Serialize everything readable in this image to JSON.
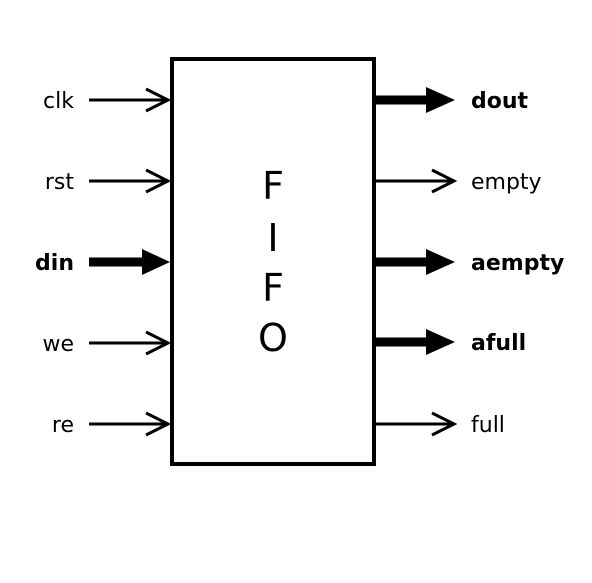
{
  "block": {
    "letters": [
      "F",
      "I",
      "F",
      "O"
    ]
  },
  "inputs": [
    {
      "label": "clk",
      "bold": false
    },
    {
      "label": "rst",
      "bold": false
    },
    {
      "label": "din",
      "bold": true
    },
    {
      "label": "we",
      "bold": false
    },
    {
      "label": "re",
      "bold": false
    }
  ],
  "outputs": [
    {
      "label": "dout",
      "bold": true
    },
    {
      "label": "empty",
      "bold": false
    },
    {
      "label": "aempty",
      "bold": true
    },
    {
      "label": "afull",
      "bold": true
    },
    {
      "label": "full",
      "bold": false
    }
  ],
  "colors": {
    "stroke": "#000000",
    "background": "#ffffff"
  }
}
